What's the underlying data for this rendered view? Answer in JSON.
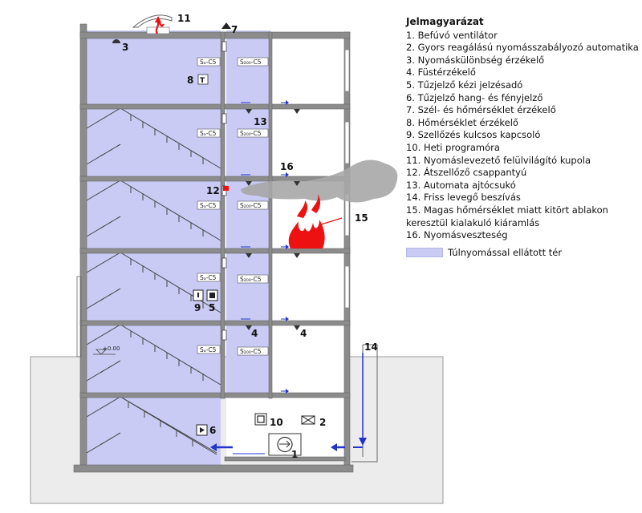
{
  "colors": {
    "pressurized": "#c9cbf4",
    "wall": "#8c8c8c",
    "ground": "#eeeeee",
    "smoke": "#a9a9a9",
    "fire": "#ee1111",
    "airflow": "#2233cc"
  },
  "legend": {
    "title": "Jelmagyarázat",
    "items": [
      "1. Befúvó ventilátor",
      "2. Gyors reagálású nyomásszabályozó automatika",
      "3. Nyomáskülönbség érzékelő",
      "4. Füstérzékelő",
      "5. Tűzjelző kézi jelzésadó",
      "6. Tűzjelző hang- és fényjelző",
      "7. Szél- és hőmérséklet érzékelő",
      "8. Hőmérséklet érzékelő",
      "9. Szellőzés kulcsos kapcsoló",
      "10. Heti programóra",
      "11. Nyomáslevezető felülvilágító kupola",
      "12. Átszellőző csappantyú",
      "13. Automata ajtócsukó",
      "14. Friss levegő beszívás",
      "15. Magas hőmérséklet miatt kitört ablakon keresztül kialakuló kiáramlás",
      "16. Nyomásveszteség"
    ],
    "key_label": "Túlnyomással ellátott tér"
  },
  "door_labels": {
    "stair_door": "Sₐ-C5",
    "lobby_door": "S₂₀₀-C5"
  },
  "level_mark": "±0.00",
  "icon_glyphs": {
    "thermo": "T"
  },
  "numbers": {
    "n1": "1",
    "n2": "2",
    "n3": "3",
    "n4a": "4",
    "n4b": "4",
    "n5": "5",
    "n6": "6",
    "n7": "7",
    "n8": "8",
    "n9": "9",
    "n10": "10",
    "n11": "11",
    "n12": "12",
    "n13": "13",
    "n14": "14",
    "n15": "15",
    "n16": "16"
  }
}
